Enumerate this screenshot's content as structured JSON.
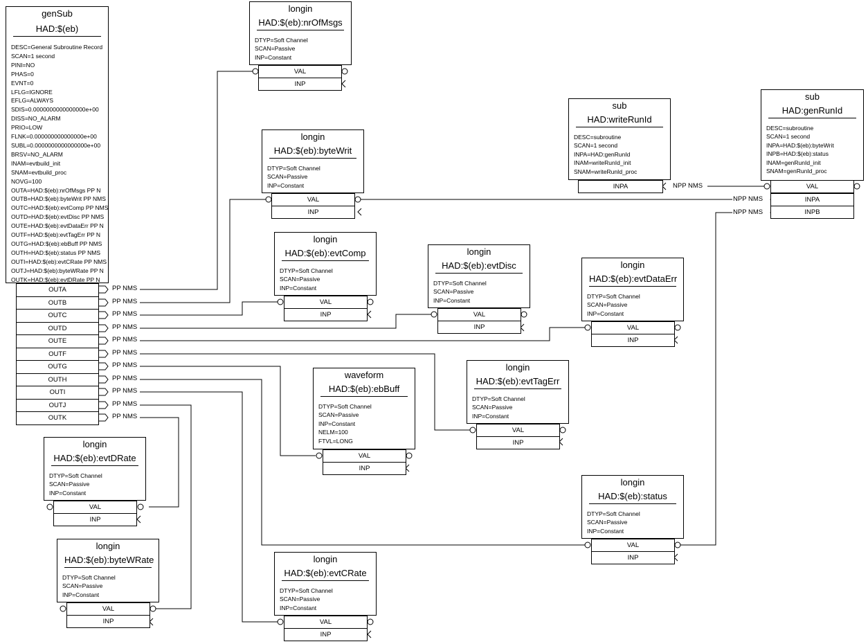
{
  "records": {
    "gensub": {
      "type": "genSub",
      "name": "HAD:$(eb)",
      "fields": [
        "DESC=General Subroutine Record",
        "SCAN=1 second",
        "PINI=NO",
        "PHAS=0",
        "EVNT=0",
        "LFLG=IGNORE",
        "EFLG=ALWAYS",
        "SDIS=0.0000000000000000e+00",
        "DISS=NO_ALARM",
        "PRIO=LOW",
        "FLNK=0.000000000000000e+00",
        "SUBL=0.0000000000000000e+00",
        "BRSV=NO_ALARM",
        "INAM=evtbuild_init",
        "SNAM=evtbuild_proc",
        "NOVG=100",
        "OUTA=HAD:$(eb):nrOfMsgs PP N",
        "OUTB=HAD:$(eb):byteWrit PP NMS",
        "OUTC=HAD:$(eb):evtComp PP NMS",
        "OUTD=HAD:$(eb):evtDisc PP NMS",
        "OUTE=HAD:$(eb):evtDataErr PP N",
        "OUTF=HAD:$(eb):evtTagErr PP N",
        "OUTG=HAD:$(eb):ebBuff PP NMS",
        "OUTH=HAD:$(eb):status PP NMS",
        "OUTI=HAD:$(eb):evtCRate PP NMS",
        "OUTJ=HAD:$(eb):byteWRate PP N",
        "OUTK=HAD:$(eb):evtDRate PP N"
      ],
      "ports": [
        "OUTA",
        "OUTB",
        "OUTC",
        "OUTD",
        "OUTE",
        "OUTF",
        "OUTG",
        "OUTH",
        "OUTI",
        "OUTJ",
        "OUTK"
      ],
      "link_label": "PP NMS"
    },
    "nrofmsgs": {
      "type": "longin",
      "name": "HAD:$(eb):nrOfMsgs",
      "fields": [
        "DTYP=Soft Channel",
        "SCAN=Passive",
        "INP=Constant"
      ],
      "ports": [
        "VAL",
        "INP"
      ]
    },
    "bytewrit": {
      "type": "longin",
      "name": "HAD:$(eb):byteWrit",
      "fields": [
        "DTYP=Soft Channel",
        "SCAN=Passive",
        "INP=Constant"
      ],
      "ports": [
        "VAL",
        "INP"
      ]
    },
    "evtcomp": {
      "type": "longin",
      "name": "HAD:$(eb):evtComp",
      "fields": [
        "DTYP=Soft Channel",
        "SCAN=Passive",
        "INP=Constant"
      ],
      "ports": [
        "VAL",
        "INP"
      ]
    },
    "evtdisc": {
      "type": "longin",
      "name": "HAD:$(eb):evtDisc",
      "fields": [
        "DTYP=Soft Channel",
        "SCAN=Passive",
        "INP=Constant"
      ],
      "ports": [
        "VAL",
        "INP"
      ]
    },
    "evtdataerr": {
      "type": "longin",
      "name": "HAD:$(eb):evtDataErr",
      "fields": [
        "DTYP=Soft Channel",
        "SCAN=Passive",
        "INP=Constant"
      ],
      "ports": [
        "VAL",
        "INP"
      ]
    },
    "ebbuff": {
      "type": "waveform",
      "name": "HAD:$(eb):ebBuff",
      "fields": [
        "DTYP=Soft Channel",
        "SCAN=Passive",
        "INP=Constant",
        "NELM=100",
        "FTVL=LONG"
      ],
      "ports": [
        "VAL",
        "INP"
      ]
    },
    "evttagerr": {
      "type": "longin",
      "name": "HAD:$(eb):evtTagErr",
      "fields": [
        "DTYP=Soft Channel",
        "SCAN=Passive",
        "INP=Constant"
      ],
      "ports": [
        "VAL",
        "INP"
      ]
    },
    "evtdrate": {
      "type": "longin",
      "name": "HAD:$(eb):evtDRate",
      "fields": [
        "DTYP=Soft Channel",
        "SCAN=Passive",
        "INP=Constant"
      ],
      "ports": [
        "VAL",
        "INP"
      ]
    },
    "bytewrate": {
      "type": "longin",
      "name": "HAD:$(eb):byteWRate",
      "fields": [
        "DTYP=Soft Channel",
        "SCAN=Passive",
        "INP=Constant"
      ],
      "ports": [
        "VAL",
        "INP"
      ]
    },
    "evtcrate": {
      "type": "longin",
      "name": "HAD:$(eb):evtCRate",
      "fields": [
        "DTYP=Soft Channel",
        "SCAN=Passive",
        "INP=Constant"
      ],
      "ports": [
        "VAL",
        "INP"
      ]
    },
    "status": {
      "type": "longin",
      "name": "HAD:$(eb):status",
      "fields": [
        "DTYP=Soft Channel",
        "SCAN=Passive",
        "INP=Constant"
      ],
      "ports": [
        "VAL",
        "INP"
      ]
    },
    "writerunid": {
      "type": "sub",
      "name": "HAD:writeRunId",
      "fields": [
        "DESC=subroutine",
        "SCAN=1 second",
        "INPA=HAD:genRunId",
        "INAM=writeRunId_init",
        "SNAM=writeRunId_proc"
      ],
      "ports": [
        "INPA"
      ],
      "link_label": "NPP NMS"
    },
    "genrunid": {
      "type": "sub",
      "name": "HAD:genRunId",
      "fields": [
        "DESC=subroutine",
        "SCAN=1 second",
        "INPA=HAD:$(eb):byteWrit",
        "INPB=HAD:$(eb):status",
        "INAM=genRunId_init",
        "SNAM=genRunId_proc"
      ],
      "ports": [
        "VAL",
        "INPA",
        "INPB"
      ],
      "link_labels": [
        "NPP NMS",
        "NPP NMS"
      ]
    }
  }
}
